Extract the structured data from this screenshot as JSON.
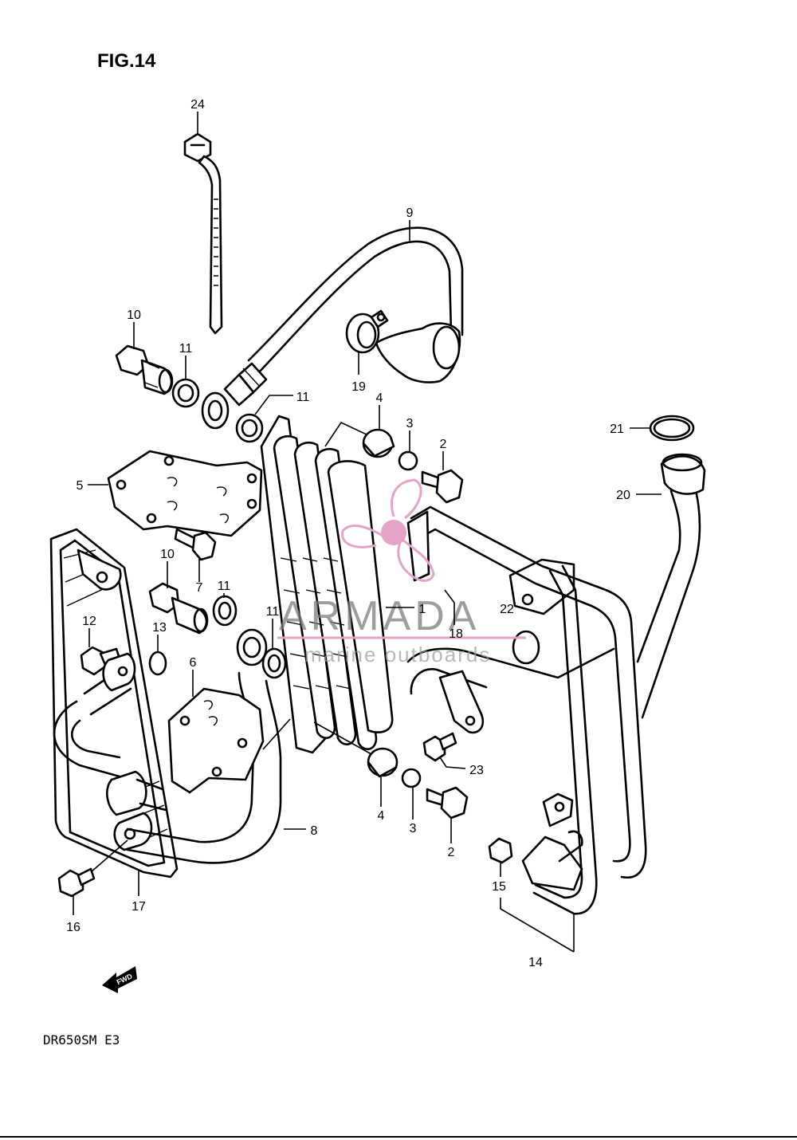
{
  "figure": {
    "title": "FIG.14",
    "model_code": "DR650SM E3"
  },
  "watermark": {
    "brand": "ARMADA",
    "tagline": "marine outboards",
    "logo_color": "#e6a3c8"
  },
  "fwd_label": "FWD",
  "callouts": [
    "24",
    "9",
    "10",
    "11",
    "11",
    "19",
    "4",
    "3",
    "2",
    "21",
    "20",
    "5",
    "10",
    "7",
    "11",
    "11",
    "1",
    "22",
    "18",
    "12",
    "13",
    "6",
    "4",
    "3",
    "2",
    "23",
    "8",
    "15",
    "14",
    "16",
    "17"
  ]
}
